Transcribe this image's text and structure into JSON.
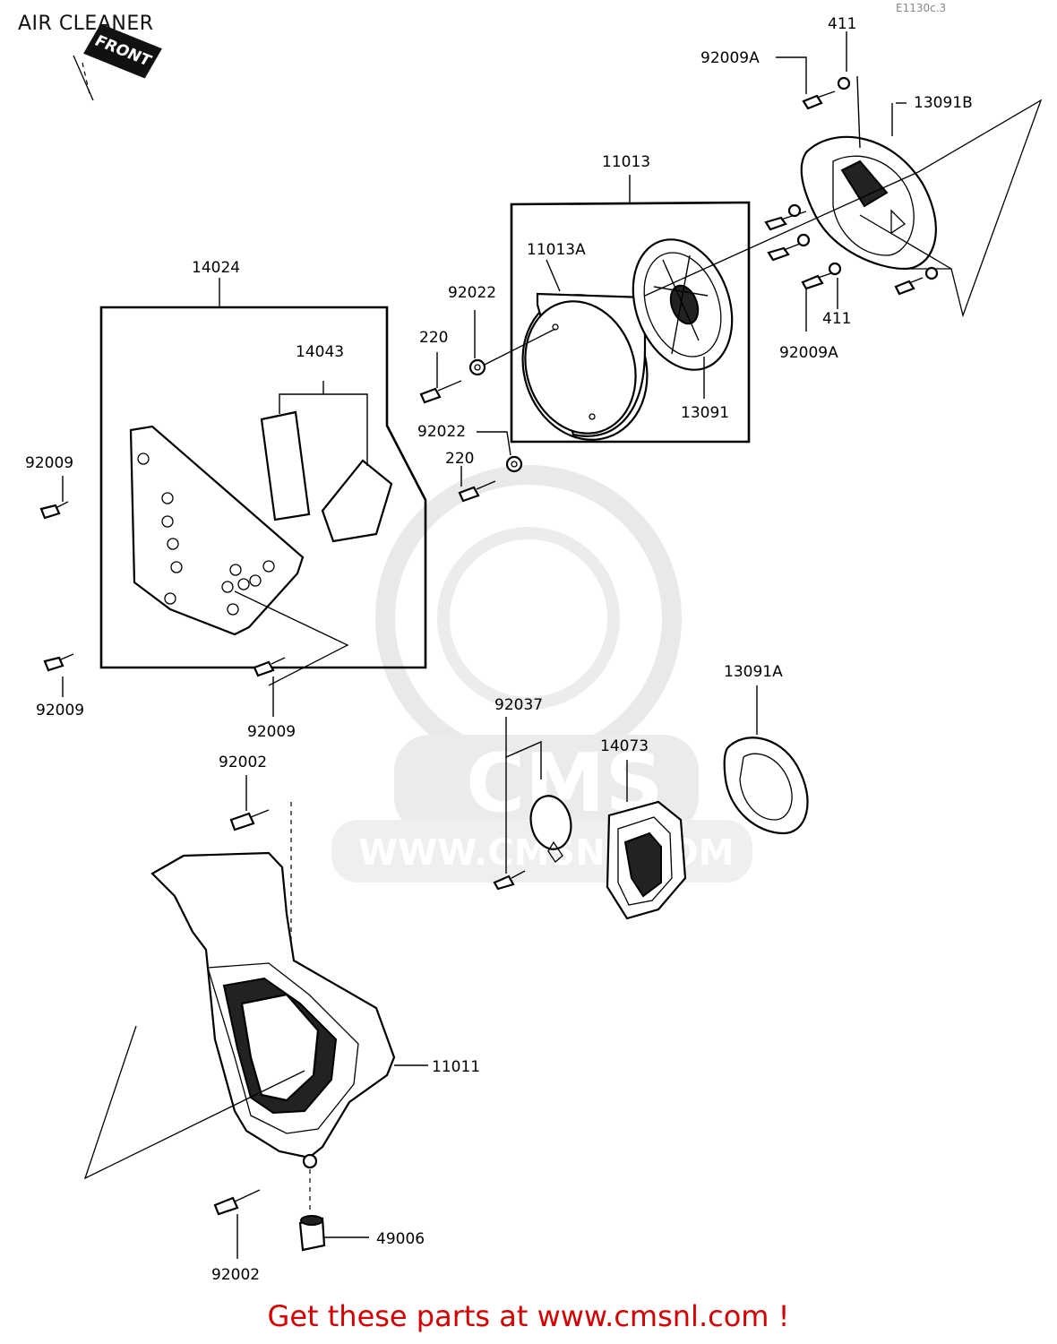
{
  "title": "AIR CLEANER",
  "reference": "E1130c.3",
  "front_label": "FRONT",
  "footer": "Get these parts at www.cmsnl.com !",
  "watermark": {
    "brand": "CMS",
    "url": "WWW.CMSNL.COM",
    "color": "#cfcfcf"
  },
  "colors": {
    "footer_text": "#d40000",
    "line": "#000000"
  },
  "callouts": {
    "c411_top": "411",
    "c92009A_top": "92009A",
    "c13091B": "13091B",
    "c11013": "11013",
    "c11013A": "11013A",
    "c14024": "14024",
    "c92022_a": "92022",
    "c220_a": "220",
    "c14043": "14043",
    "c92022_b": "92022",
    "c220_b": "220",
    "c13091": "13091",
    "c411_bottom": "411",
    "c92009A_bottom": "92009A",
    "c92009_left_top": "92009",
    "c92009_left_bottom": "92009",
    "c92009_mid": "92009",
    "c13091A": "13091A",
    "c92037": "92037",
    "c14073": "14073",
    "c92002_top": "92002",
    "c11011": "11011",
    "c49006": "49006",
    "c92002_bottom": "92002"
  }
}
